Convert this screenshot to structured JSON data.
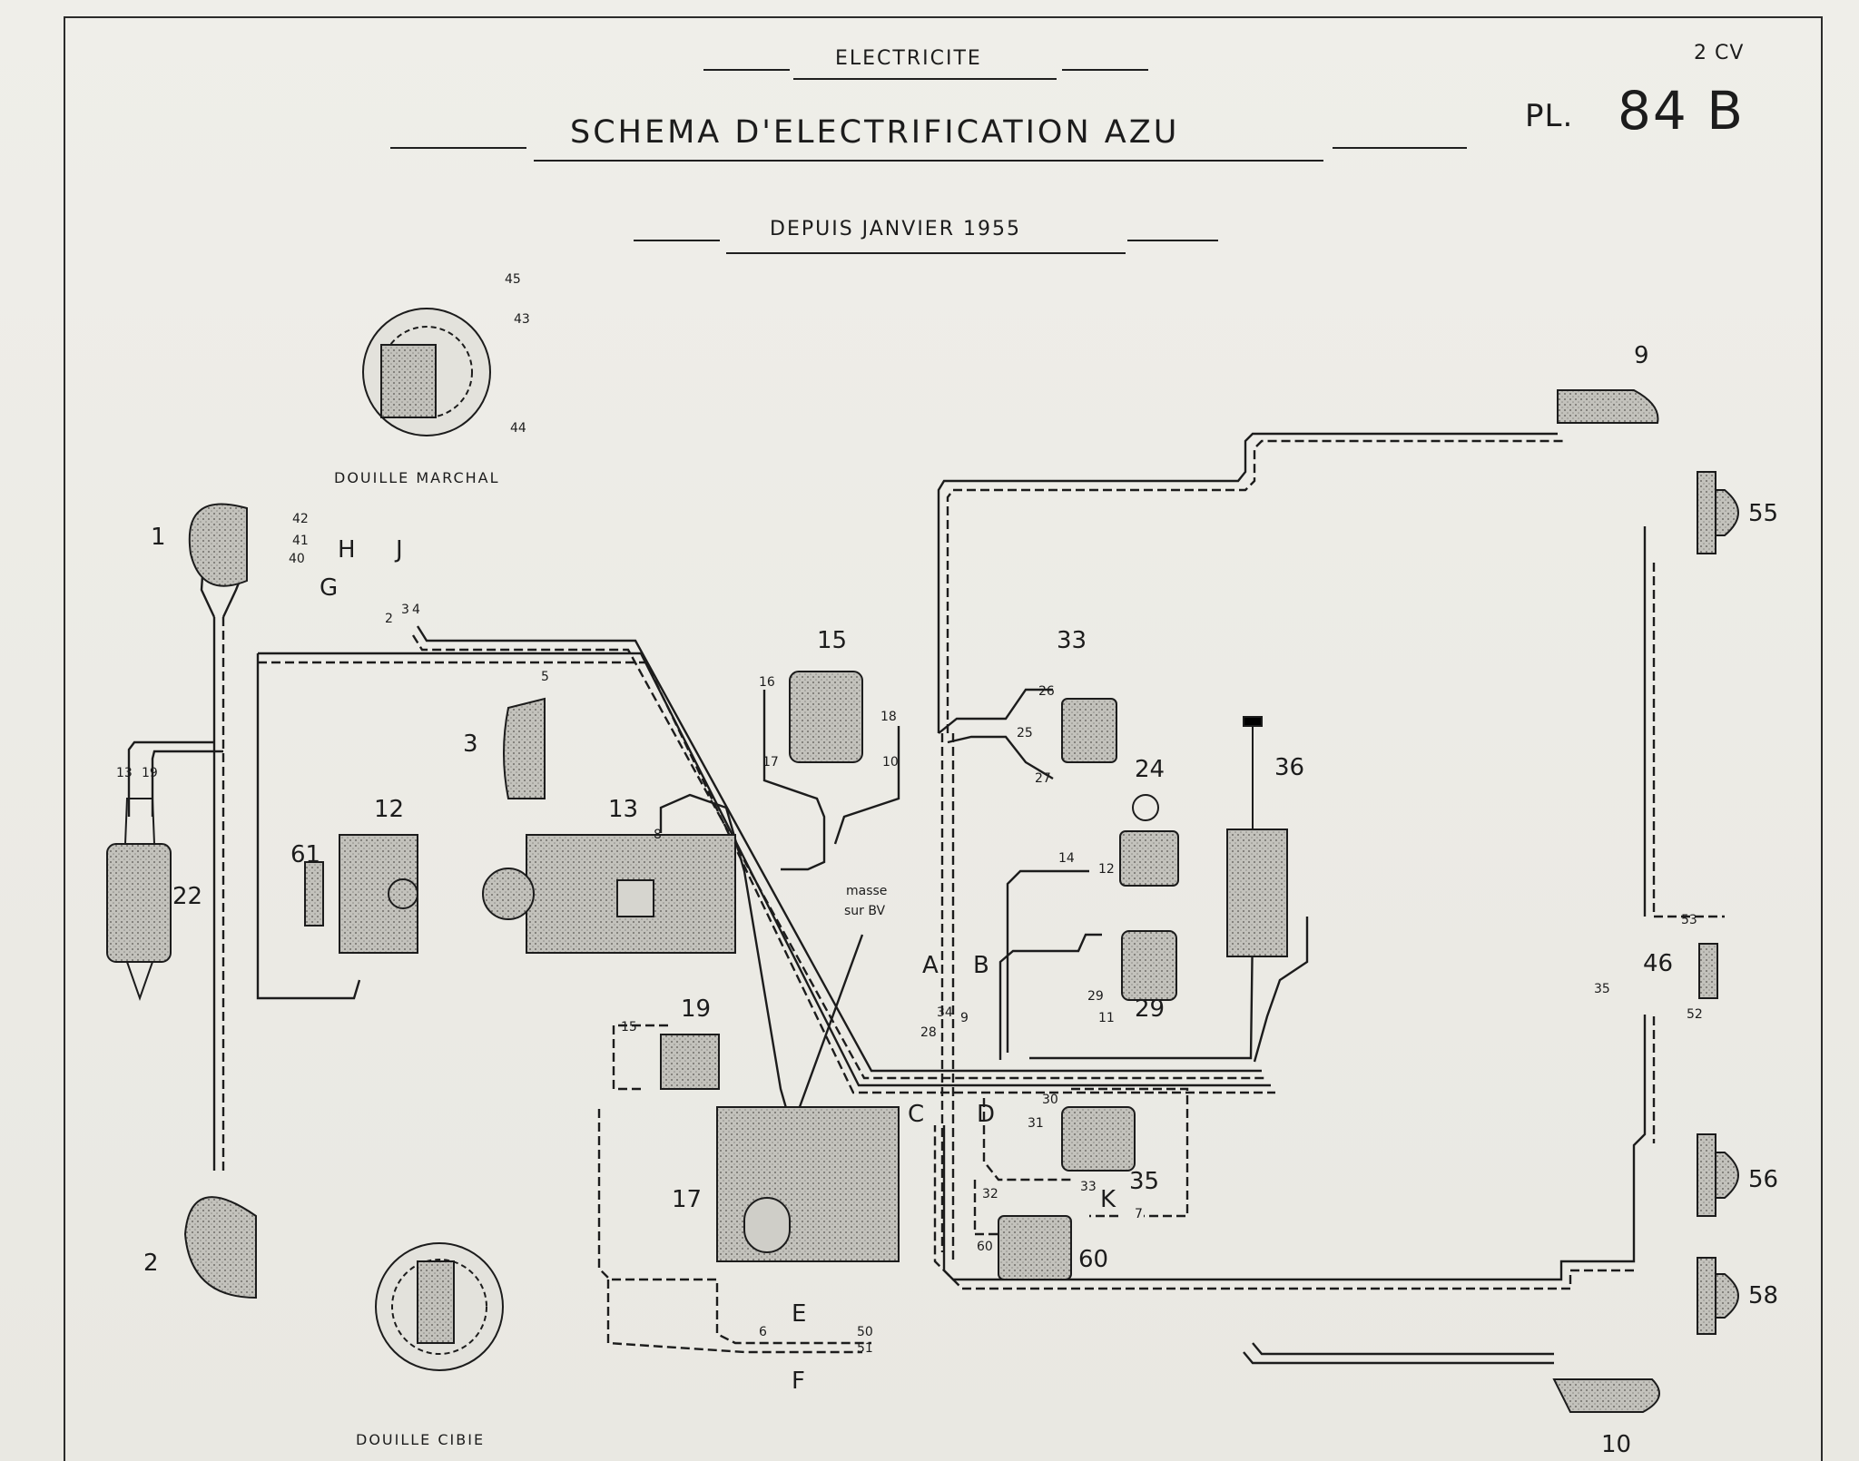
{
  "header": {
    "section": "ELECTRICITE",
    "title": "SCHEMA D'ELECTRIFICATION AZU",
    "date": "DEPUIS JANVIER 1955",
    "model": "2 CV",
    "plate_prefix": "PL.",
    "plate_number": "84 B"
  },
  "captions": {
    "douille_marchal": "DOUILLE MARCHAL",
    "douille_cibie": "DOUILLE CIBIE",
    "masse_line1": "masse",
    "masse_line2": "sur BV"
  },
  "components": {
    "c1": "1",
    "c2": "2",
    "c3": "3",
    "c9": "9",
    "c10": "10",
    "c12": "12",
    "c13": "13",
    "c15": "15",
    "c17": "17",
    "c19": "19",
    "c22": "22",
    "c24": "24",
    "c29": "29",
    "c33": "33",
    "c35": "35",
    "c36": "36",
    "c46": "46",
    "c55": "55",
    "c56": "56",
    "c58": "58",
    "c60": "60",
    "c61": "61"
  },
  "connectors": {
    "A": "A",
    "B": "B",
    "C": "C",
    "D": "D",
    "E": "E",
    "F": "F",
    "G": "G",
    "H": "H",
    "J": "J",
    "K": "K"
  },
  "wires": {
    "w2": "2",
    "w3": "3",
    "w4": "4",
    "w5": "5",
    "w6": "6",
    "w7": "7",
    "w8": "8",
    "w9": "9",
    "w10": "10",
    "w11": "11",
    "w12": "12",
    "w13": "13",
    "w14": "14",
    "w15": "15",
    "w16": "16",
    "w17": "17",
    "w18": "18",
    "w19": "19",
    "w25": "25",
    "w26": "26",
    "w27": "27",
    "w28": "28",
    "w29": "29",
    "w30": "30",
    "w31": "31",
    "w32": "32",
    "w33": "33",
    "w34": "34",
    "w35": "35",
    "w40": "40",
    "w41": "41",
    "w42": "42",
    "w43": "43",
    "w44": "44",
    "w45": "45",
    "w50": "50",
    "w51": "51",
    "w52": "52",
    "w53": "53",
    "w60": "60"
  },
  "colors": {
    "ink": "#1c1c1c",
    "paper": "#ecebe6",
    "component_shade": "#b9b8b2"
  }
}
